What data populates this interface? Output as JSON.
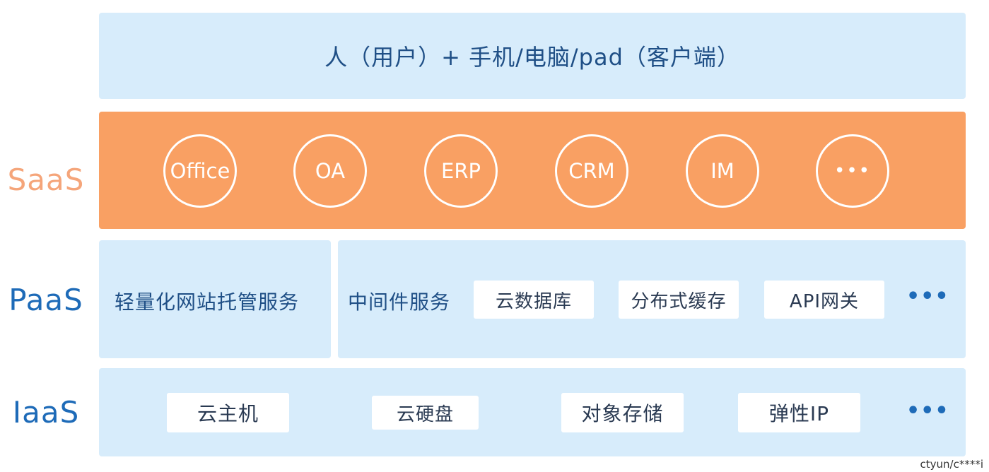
{
  "top_layer": {
    "text": "人（用户）+ 手机/电脑/pad（客户端）"
  },
  "saas": {
    "label": "SaaS",
    "label_color": "#f5a57a",
    "band_color": "#f9a063",
    "apps": [
      "Office",
      "OA",
      "ERP",
      "CRM",
      "IM",
      "•••"
    ]
  },
  "paas": {
    "label": "PaaS",
    "label_color": "#1e6bb8",
    "left_panel": "轻量化网站托管服务",
    "right_title": "中间件服务",
    "items": [
      "云数据库",
      "分布式缓存",
      "API网关"
    ],
    "more": "•••"
  },
  "iaas": {
    "label": "IaaS",
    "label_color": "#1e6bb8",
    "items": [
      "云主机",
      "云硬盘",
      "对象存储",
      "弹性IP"
    ],
    "more": "•••"
  },
  "watermark": "ctyun/c****i"
}
